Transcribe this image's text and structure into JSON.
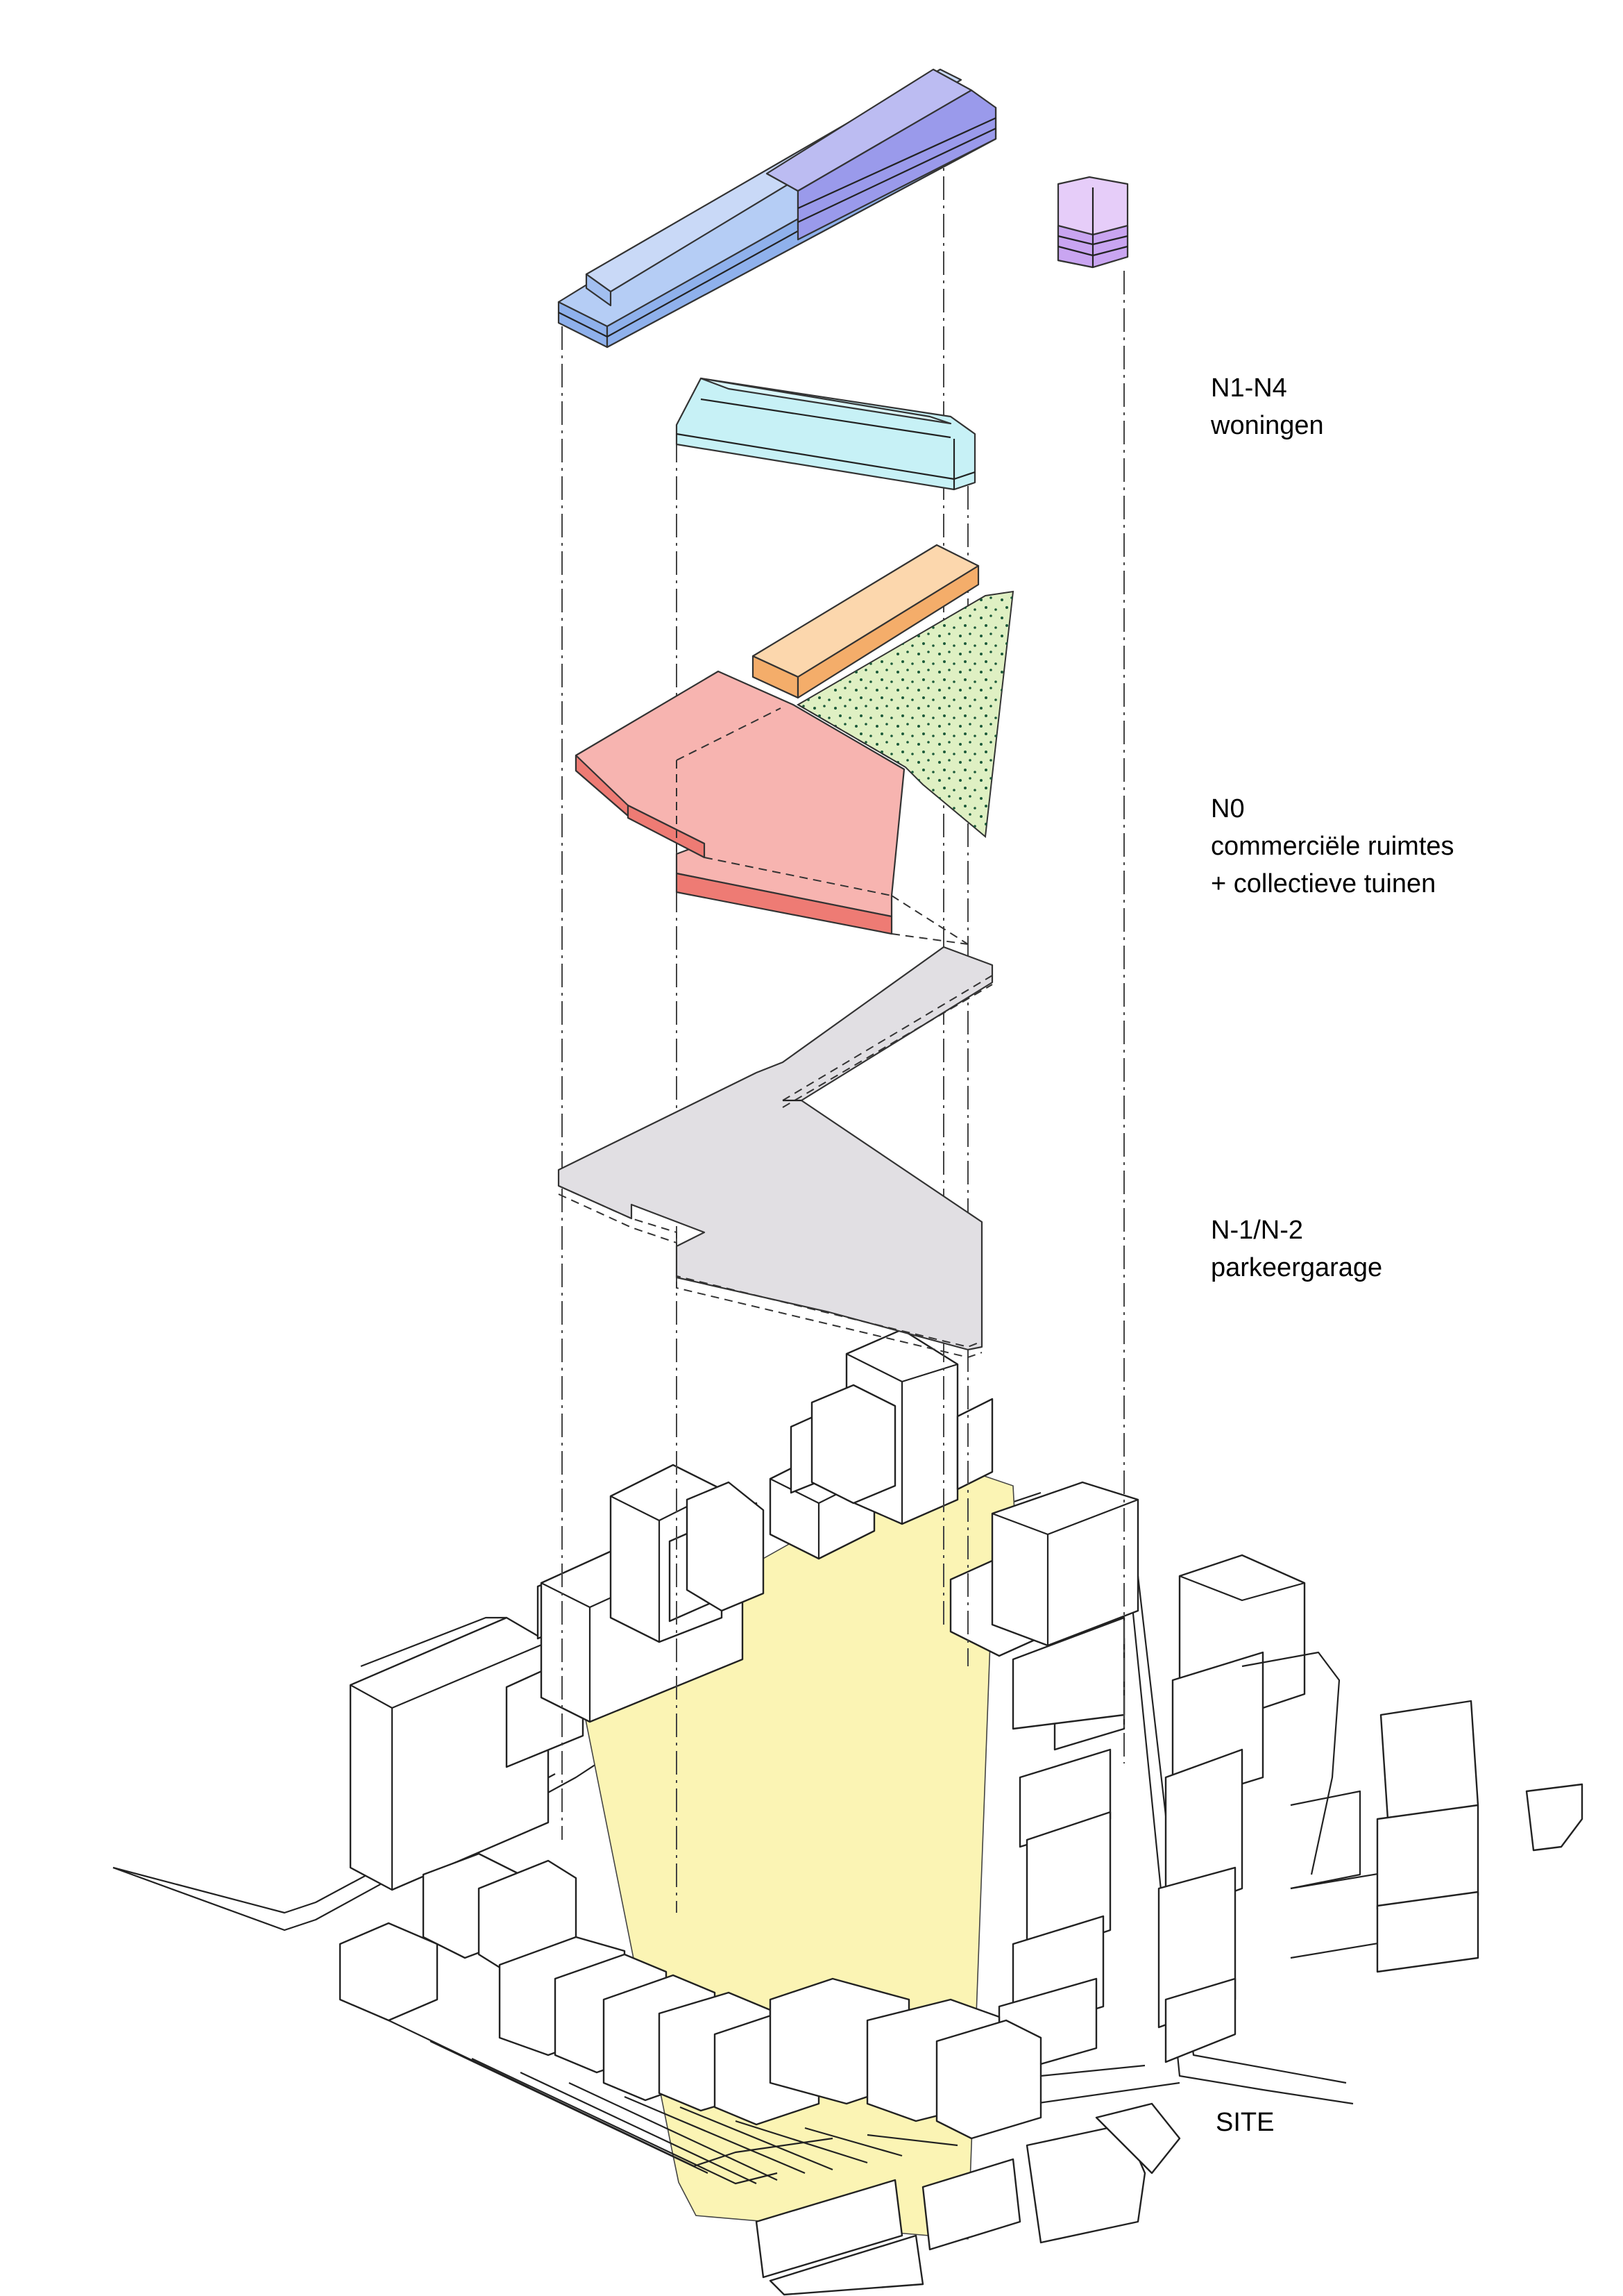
{
  "labels": {
    "housing": {
      "level": "N1-N4",
      "desc": "woningen"
    },
    "ground": {
      "level": "N0",
      "desc1": "commerciële ruimtes",
      "desc2": "+ collectieve tuinen"
    },
    "parking": {
      "level": "N-1/N-2",
      "desc": "parkeergarage"
    },
    "site": {
      "label": "SITE"
    }
  },
  "colors": {
    "housing_blue": "#a8c4f2",
    "housing_violet": "#a9a9ef",
    "housing_cyan": "#bff0f5",
    "housing_purple": "#e3c4f7",
    "commercial_orange": "#f9c58e",
    "commercial_pink": "#f7b4b0",
    "garden_green": "#dff0c3",
    "parking_grey": "#e1dfe3",
    "site_yellow": "#fbf4b4"
  }
}
